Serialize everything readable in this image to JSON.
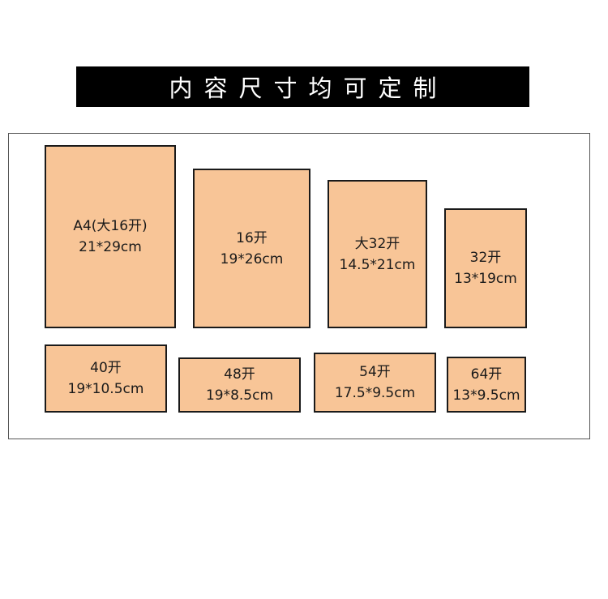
{
  "banner": {
    "title": "内容尺寸均可定制"
  },
  "colors": {
    "card_fill": "#f8c597",
    "card_border": "#1a1a1a",
    "banner_bg": "#000000"
  },
  "cards": [
    {
      "format": "A4(大16开)",
      "size": "21*29cm"
    },
    {
      "format": "16开",
      "size": "19*26cm"
    },
    {
      "format": "大32开",
      "size": "14.5*21cm"
    },
    {
      "format": "32开",
      "size": "13*19cm"
    },
    {
      "format": "40开",
      "size": "19*10.5cm"
    },
    {
      "format": "48开",
      "size": "19*8.5cm"
    },
    {
      "format": "54开",
      "size": "17.5*9.5cm"
    },
    {
      "format": "64开",
      "size": "13*9.5cm"
    }
  ]
}
